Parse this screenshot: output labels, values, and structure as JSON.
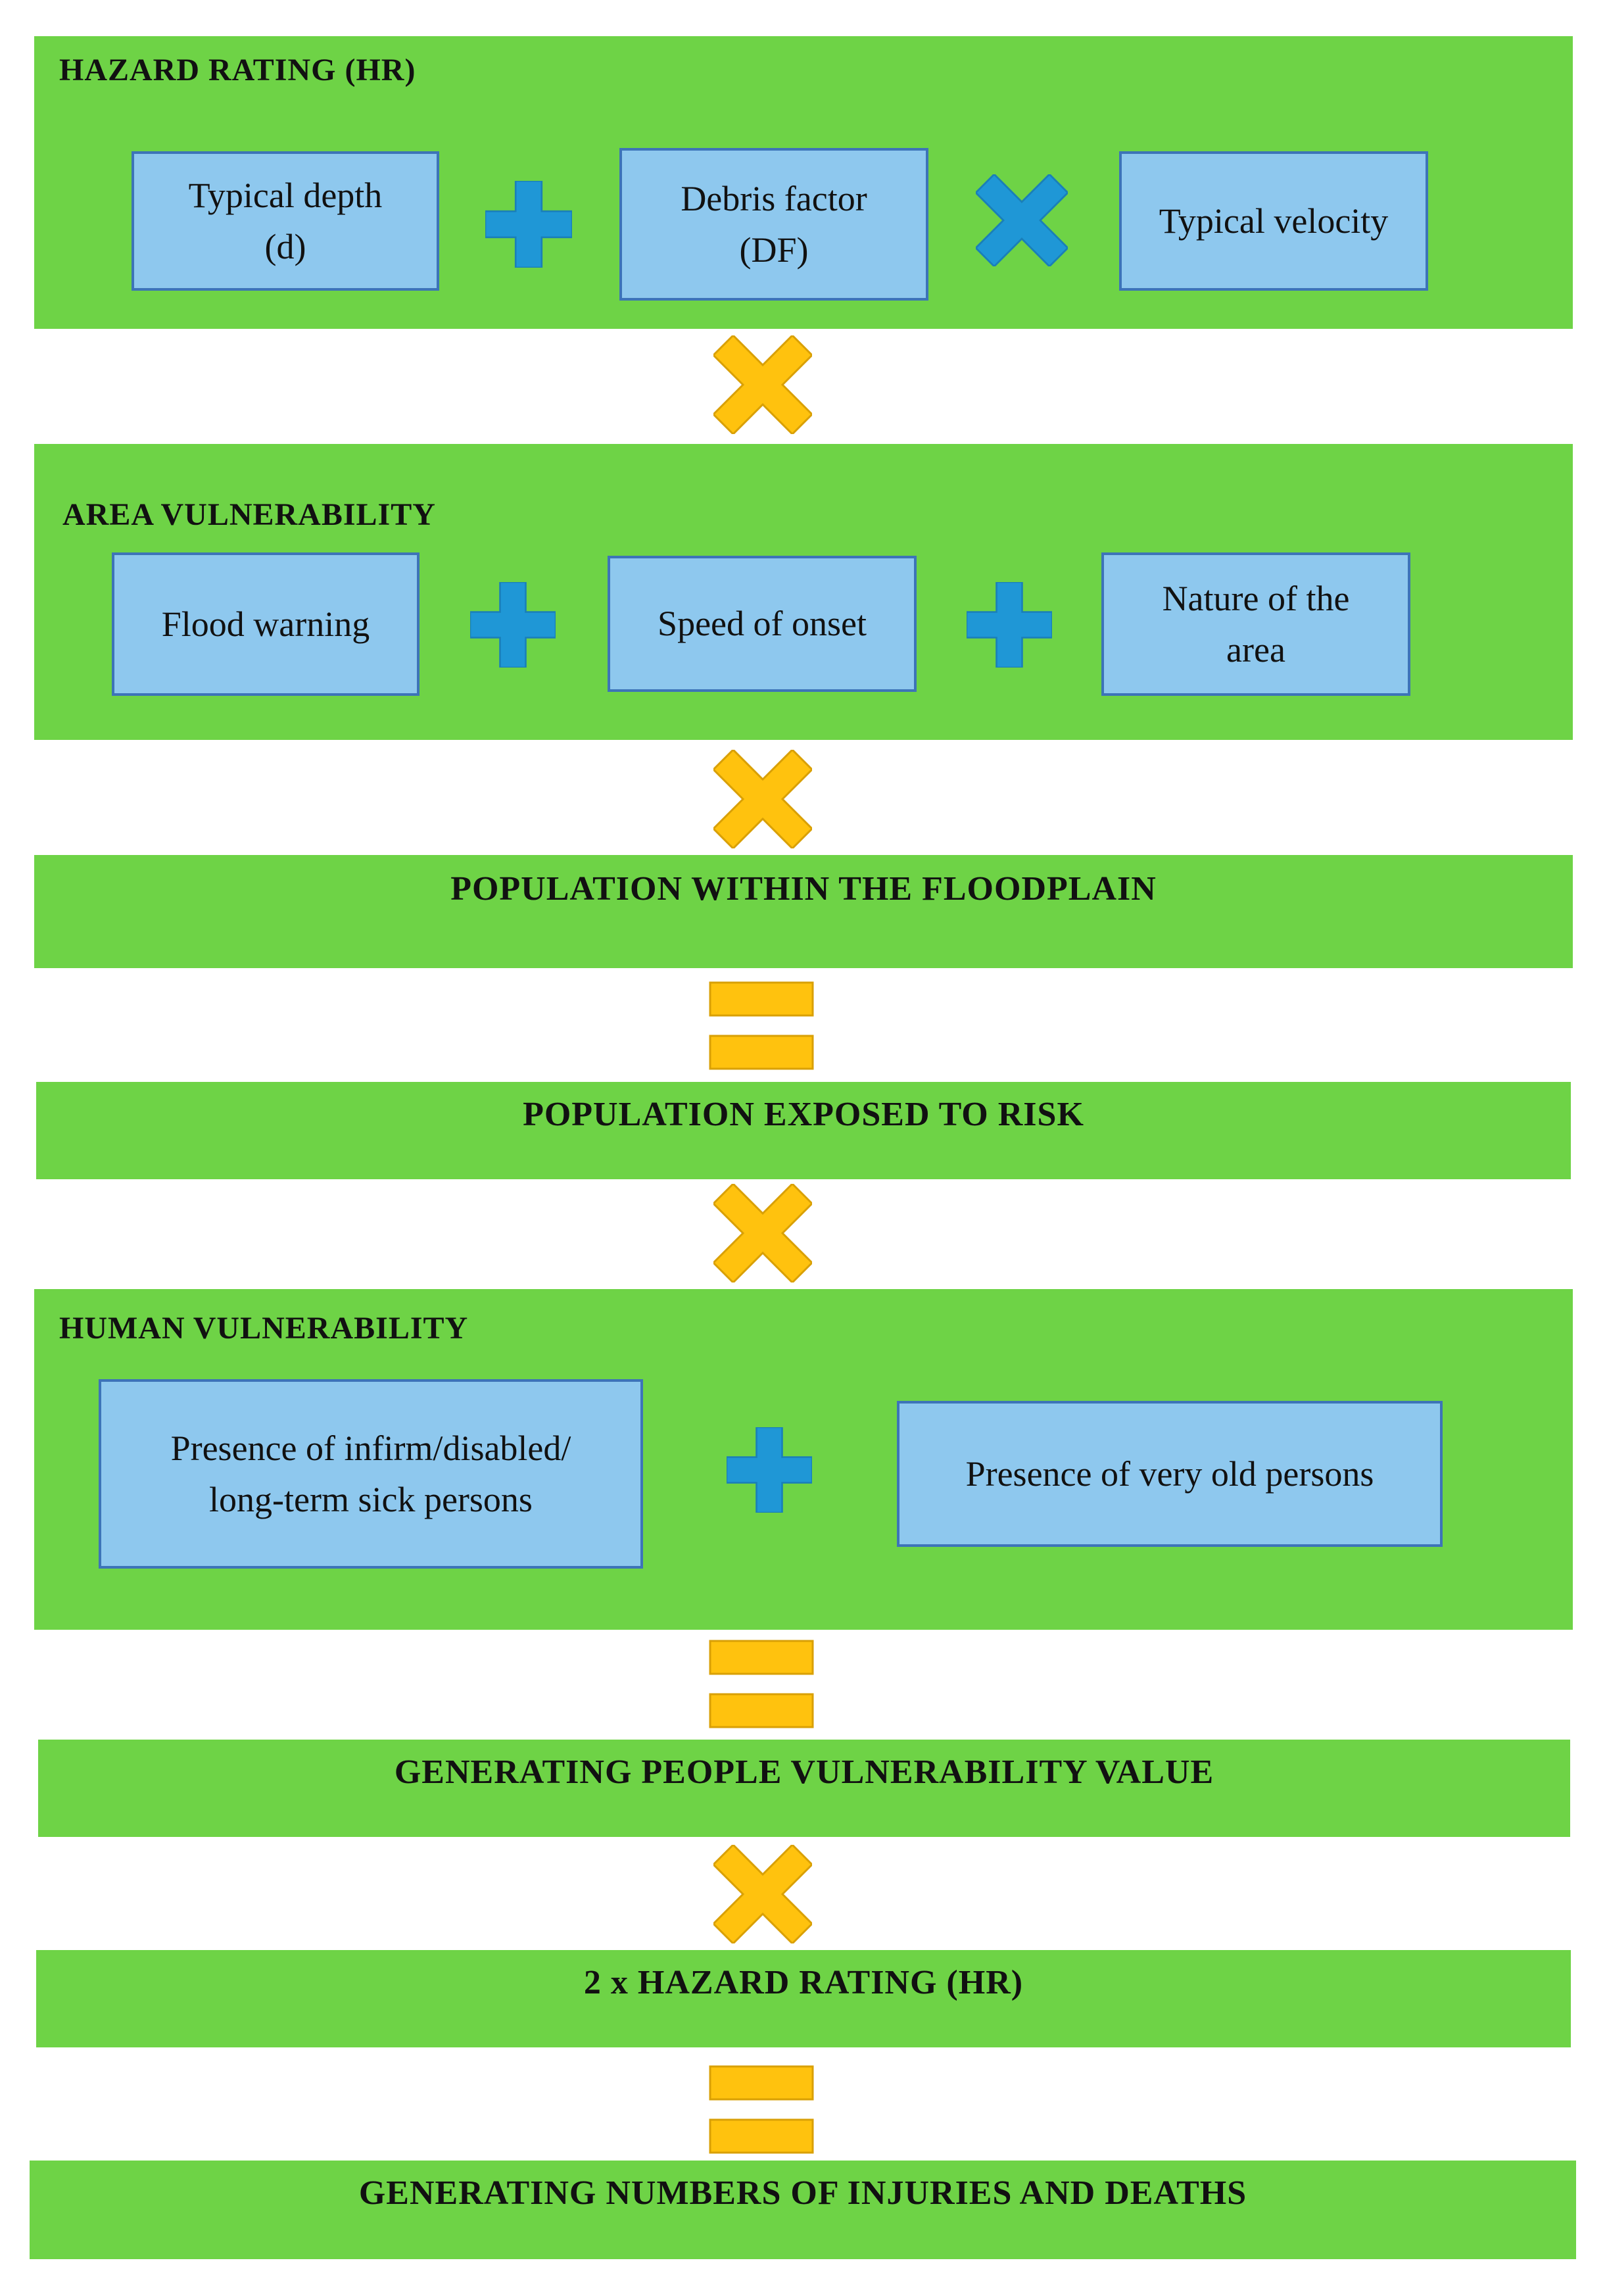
{
  "hazard_rating": {
    "title": "HAZARD RATING  (HR)",
    "boxes": [
      "Typical depth\n(d)",
      "Debris factor\n(DF)",
      "Typical velocity"
    ]
  },
  "area_vulnerability": {
    "title": "AREA VULNERABILITY",
    "boxes": [
      "Flood warning",
      "Speed of onset",
      "Nature of the\narea"
    ]
  },
  "population_floodplain": "POPULATION WITHIN THE FLOODPLAIN",
  "population_exposed": "POPULATION EXPOSED TO RISK",
  "human_vulnerability": {
    "title": "HUMAN VULNERABILITY",
    "boxes": [
      "Presence of infirm/disabled/\nlong-term sick persons",
      "Presence of very old persons"
    ]
  },
  "people_vulnerability": "GENERATING PEOPLE VULNERABILITY VALUE",
  "hazard_rating_2x": "2 x HAZARD RATING  (HR)",
  "injuries_deaths": "GENERATING NUMBERS OF INJURIES AND DEATHS",
  "colors": {
    "panel_green": "#6ed346",
    "box_fill": "#8ec8ee",
    "box_border": "#3d74b8",
    "plus_blue": "#1f97d6",
    "times_orange": "#ffc20e"
  }
}
